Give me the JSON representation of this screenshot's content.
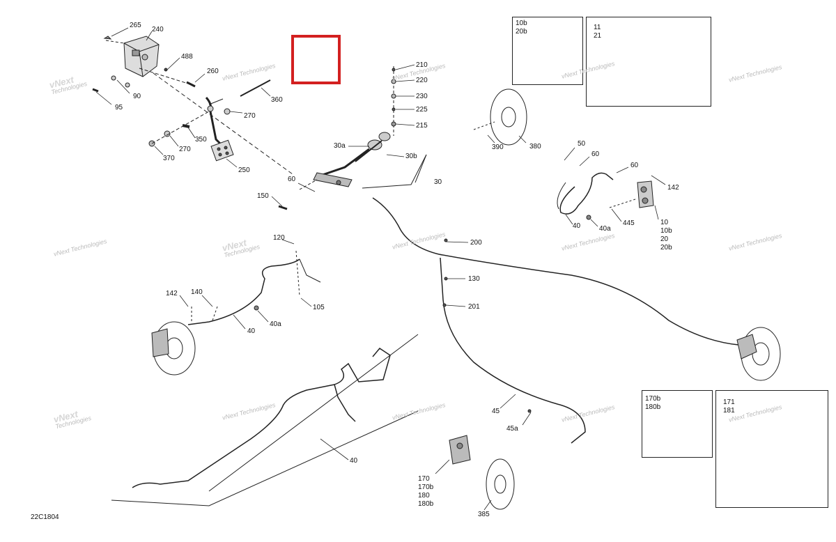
{
  "drawing_code": "22C1804",
  "callouts": {
    "c265": "265",
    "c240": "240",
    "c488": "488",
    "c260": "260",
    "c360": "360",
    "c90": "90",
    "c95": "95",
    "c270a": "270",
    "c270b": "270",
    "c350": "350",
    "c370": "370",
    "c250": "250",
    "c210": "210",
    "c220": "220",
    "c230": "230",
    "c225": "225",
    "c215": "215",
    "c30a": "30a",
    "c30b": "30b",
    "c30": "30",
    "c60a": "60",
    "c150": "150",
    "c390": "390",
    "c380": "380",
    "c50": "50",
    "c60b": "60",
    "c60c": "60",
    "c142a": "142",
    "c40a1": "40",
    "c40aa": "40a",
    "c445": "445",
    "c10": "10",
    "c10b": "10b",
    "c20": "20",
    "c20b": "20b",
    "c120": "120",
    "c200": "200",
    "c130": "130",
    "c201": "201",
    "c142b": "142",
    "c140": "140",
    "c40b": "40",
    "c40ab": "40a",
    "c105": "105",
    "c45": "45",
    "c45a": "45a",
    "c40c": "40",
    "c170": "170",
    "c170b": "170b",
    "c180": "180",
    "c180b": "180b",
    "c385": "385"
  },
  "insets": {
    "top_left": [
      "10b",
      "20b"
    ],
    "top_right": [
      "11",
      "21"
    ],
    "bottom_left": [
      "170b",
      "180b"
    ],
    "bottom_right": [
      "171",
      "181"
    ]
  },
  "watermark": {
    "line1": "vNext",
    "line2": "Technologies",
    "line3": "vNext Technologies"
  },
  "colors": {
    "highlight": "#d32020",
    "line": "#222222",
    "watermark": "#bbbbbb"
  }
}
